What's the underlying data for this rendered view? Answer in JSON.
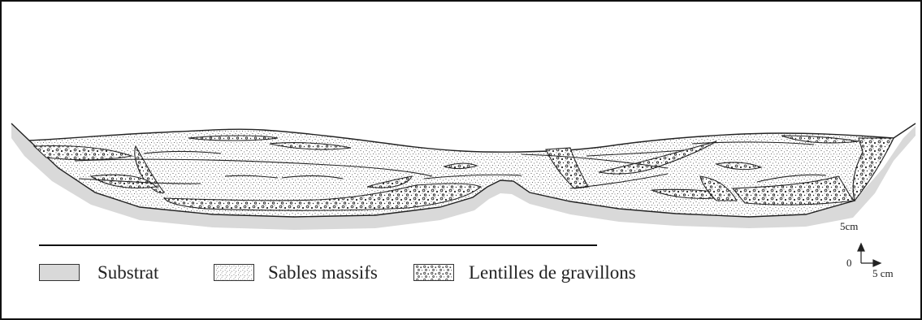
{
  "legend": {
    "substrate": "Substrat",
    "massive_sand": "Sables massifs",
    "gravel_lenses": "Lentilles de gravillons"
  },
  "scale": {
    "vertical": "5cm",
    "horizontal": "5 cm",
    "origin": "0"
  },
  "colors": {
    "substrate": "#d9d9d9",
    "outline": "#222222",
    "background": "#ffffff"
  }
}
